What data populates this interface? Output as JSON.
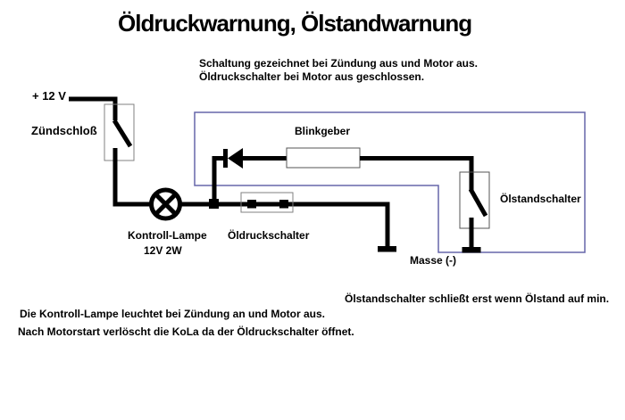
{
  "title": "Öldruckwarnung, Ölstandwarnung",
  "notes": {
    "top_line1": "Schaltung gezeichnet bei Zündung aus und Motor aus.",
    "top_line2": "Öldruckschalter bei Motor aus geschlossen.",
    "right_note": "Ölstandschalter schließt erst wenn Ölstand auf min.",
    "bottom_line1": "Die Kontroll-Lampe leuchtet bei Zündung an und Motor aus.",
    "bottom_line2": "Nach Motorstart verlöscht die KoLa da der Öldruckschalter öffnet."
  },
  "labels": {
    "supply": "+ 12 V",
    "ignition_switch": "Zündschloß",
    "flasher": "Blinkgeber",
    "oil_level_switch": "Ölstandschalter",
    "lamp_name": "Kontroll-Lampe",
    "lamp_rating": "12V 2W",
    "oil_pressure_switch": "Öldruckschalter",
    "ground": "Masse (-)"
  },
  "colors": {
    "wire": "#000000",
    "text": "#000000",
    "component_border_light": "#808080",
    "component_border_dark": "#555555",
    "highlight_box": "#6666aa",
    "background": "#ffffff"
  }
}
